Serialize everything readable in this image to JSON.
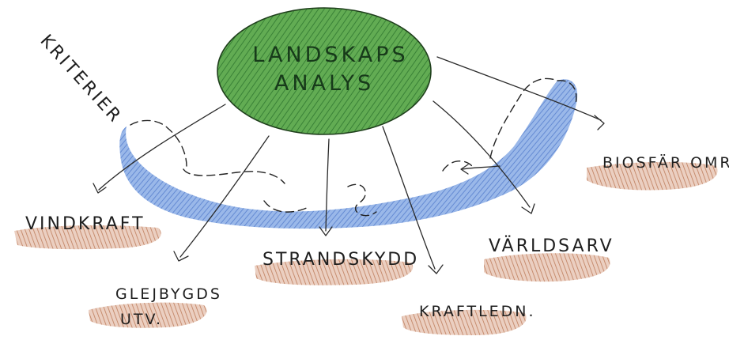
{
  "diagram": {
    "center": {
      "label_line1": "LANDSKAPS",
      "label_line2": "ANALYS"
    },
    "criteria_label": "KRITERIER",
    "targets": [
      {
        "id": "vindkraft",
        "label": "VINDKRAFT"
      },
      {
        "id": "glesbygd",
        "label_line1": "GLEJBYGDS",
        "label_line2": "UTV."
      },
      {
        "id": "strandskydd",
        "label": "STRANDSKYDD"
      },
      {
        "id": "kraftledn",
        "label": "KRAFTLEDN."
      },
      {
        "id": "varldsarv",
        "label": "VÄRLDSARV"
      },
      {
        "id": "biosfar",
        "label": "BIOSFÄR OMR."
      }
    ]
  },
  "colors": {
    "center_fill": "#4a9a3e",
    "band_fill": "#6f97d8",
    "shadow_fill": "#b5704e",
    "ink": "#1e1e1e"
  }
}
